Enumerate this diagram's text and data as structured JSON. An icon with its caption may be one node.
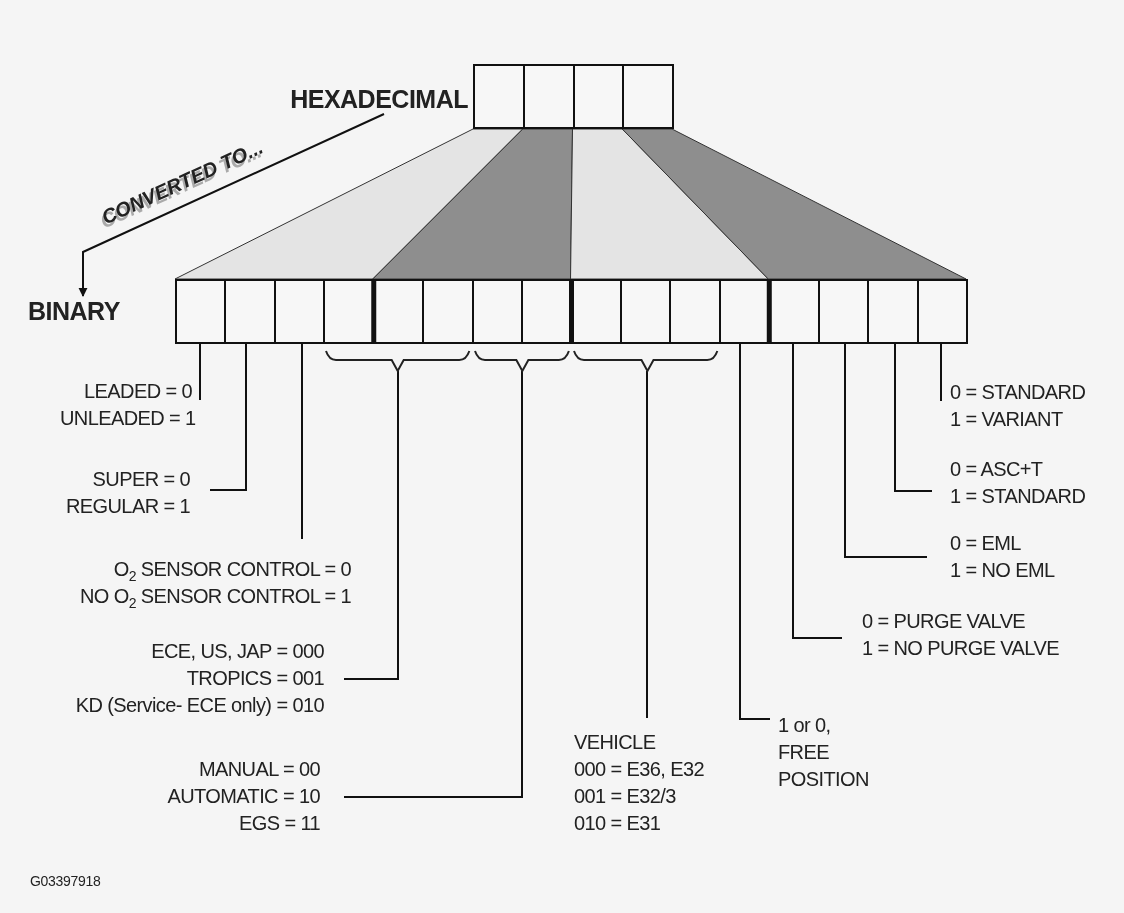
{
  "diagram": {
    "nodes": [
      {
        "text": [
          "HEXADECIMAL"
        ]
      },
      {
        "text": [],
        "shape": "box"
      },
      {
        "text": [],
        "shape": "box"
      },
      {
        "text": [],
        "shape": "box"
      },
      {
        "text": [],
        "shape": "box"
      },
      {
        "text": [
          "BINARY"
        ]
      },
      {
        "text": [],
        "shape": "box"
      },
      {
        "text": [],
        "shape": "box"
      },
      {
        "text": [],
        "shape": "box"
      },
      {
        "text": [],
        "shape": "box"
      },
      {
        "text": [],
        "shape": "box"
      },
      {
        "text": [],
        "shape": "box"
      },
      {
        "text": [],
        "shape": "box"
      },
      {
        "text": [],
        "shape": "box"
      },
      {
        "text": [],
        "shape": "box"
      },
      {
        "text": [],
        "shape": "box"
      },
      {
        "text": [],
        "shape": "box"
      },
      {
        "text": [],
        "shape": "box"
      },
      {
        "text": [],
        "shape": "box"
      },
      {
        "text": [],
        "shape": "box"
      },
      {
        "text": [],
        "shape": "box"
      },
      {
        "text": [],
        "shape": "box"
      },
      {
        "text": [
          "LEADED = 0",
          "UNLEADED = 1"
        ]
      },
      {
        "text": [
          "SUPER = 0",
          "REGULAR = 1"
        ]
      },
      {
        "text": [
          "O$_{2}$ SENSOR CONTROL = 0",
          "NO O$_{2}$ SENSOR CONTROL = 1"
        ]
      },
      {
        "text": [
          "ECE, US, JAP =  000",
          "TROPICS = 001",
          "KD (Service- ECE only) = 010"
        ]
      },
      {
        "text": [
          "MANUAL = 00",
          "AUTOMATIC = 10",
          "EGS = 11"
        ]
      },
      {
        "text": [
          "VEHICLE",
          "000 = E36, E32",
          "001 = E32/3",
          "010 = E31"
        ]
      },
      {
        "text": [
          "0 = STANDARD",
          "1 = VARIANT"
        ]
      },
      {
        "text": [
          "0 = ASC+T",
          "1 = STANDARD"
        ]
      },
      {
        "text": [
          "0 = EML",
          "1 = NO EML"
        ]
      },
      {
        "text": [
          "0 = PURGE VALVE",
          "1 = NO PURGE VALVE"
        ]
      },
      {
        "text": [
          "1 or 0, FREE POSITION"
        ]
      },
      {
        "text": [],
        "shape": "bracket"
      },
      {
        "text": [],
        "shape": "bracket"
      },
      {
        "text": [],
        "shape": "bracket"
      }
    ],
    "edges": [
      {
        "from": 0,
        "to": 5,
        "arrow": "to",
        "label": "CONVERTED TO..."
      },
      {
        "from": 22,
        "to": 6,
        "arrow": "none"
      },
      {
        "from": 23,
        "to": 7,
        "arrow": "none"
      },
      {
        "from": 24,
        "to": 8,
        "arrow": "none"
      },
      {
        "from": 25,
        "to": 33,
        "arrow": "none"
      },
      {
        "from": 26,
        "to": 34,
        "arrow": "none"
      },
      {
        "from": 27,
        "to": 35,
        "arrow": "none"
      },
      {
        "from": 32,
        "to": 17,
        "arrow": "none"
      },
      {
        "from": 31,
        "to": 18,
        "arrow": "none"
      },
      {
        "from": 30,
        "to": 19,
        "arrow": "none"
      },
      {
        "from": 29,
        "to": 20,
        "arrow": "none"
      },
      {
        "from": 28,
        "to": 21,
        "arrow": "none"
      }
    ],
    "labels": [
      "G03397918"
    ]
  }
}
